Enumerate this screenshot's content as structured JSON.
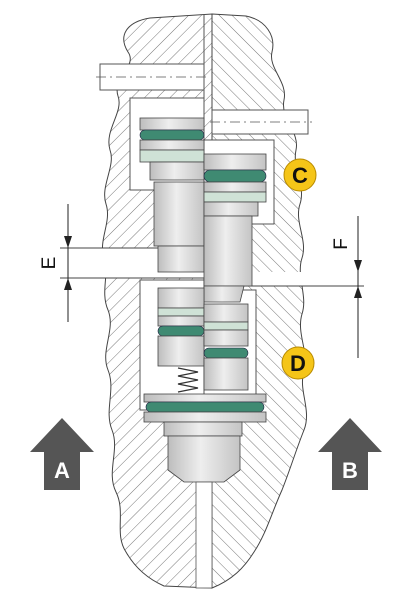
{
  "labels": {
    "c": "C",
    "d": "D",
    "e": "E",
    "f": "F",
    "a": "A",
    "b": "B"
  },
  "colors": {
    "seal": "#3f8a72",
    "seal_light": "#cfe2d6",
    "badge": "#f5c518",
    "arrow": "#555555",
    "hatch": "#6a6a6a",
    "metal": "#d4d4d4"
  }
}
